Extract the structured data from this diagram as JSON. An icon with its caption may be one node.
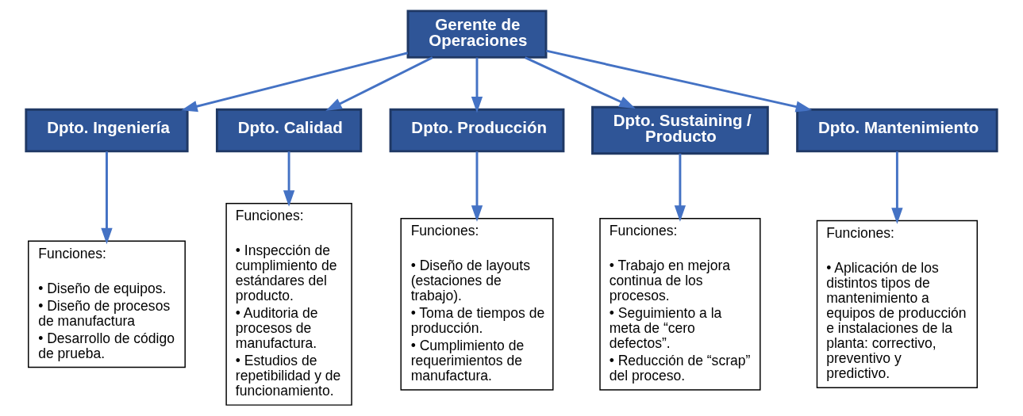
{
  "diagram": {
    "nodes": [
      {
        "text": [
          "Gerente de Operaciones"
        ]
      },
      {
        "text": [
          "Dpto. Ingeniería"
        ]
      },
      {
        "text": [
          "Dpto. Calidad"
        ]
      },
      {
        "text": [
          "Dpto. Producción"
        ]
      },
      {
        "text": [
          "Dpto. Sustaining / Producto"
        ]
      },
      {
        "text": [
          "Dpto. Mantenimiento"
        ]
      },
      {
        "text": [
          "Funciones:",
          "• Diseño de equipos.",
          "• Diseño de procesos de manufactura",
          "• Desarrollo de código de prueba."
        ]
      },
      {
        "text": [
          "Funciones:",
          "• Inspección de cumplimiento de estándares del producto.",
          "• Auditoria de procesos de manufactura.",
          "• Estudios de repetibilidad y de funcionamiento."
        ]
      },
      {
        "text": [
          "Funciones:",
          "• Diseño de layouts (estaciones de trabajo).",
          "• Toma de tiempos de producción.",
          "• Cumplimiento de requerimientos de manufactura."
        ]
      },
      {
        "text": [
          "Funciones:",
          "• Trabajo en mejora continua de los procesos.",
          "• Seguimiento a la meta de “cero defectos”.",
          "• Reducción de “scrap” del proceso."
        ]
      },
      {
        "text": [
          "Funciones:",
          "• Aplicación de los distintos tipos de mantenimiento a equipos de producción e instalaciones de la planta: correctivo, preventivo y predictivo."
        ]
      }
    ],
    "edges": [
      {
        "from": 0,
        "to": 1,
        "arrow": "to"
      },
      {
        "from": 0,
        "to": 2,
        "arrow": "to"
      },
      {
        "from": 0,
        "to": 3,
        "arrow": "to"
      },
      {
        "from": 0,
        "to": 4,
        "arrow": "to"
      },
      {
        "from": 0,
        "to": 5,
        "arrow": "to"
      },
      {
        "from": 1,
        "to": 6,
        "arrow": "to"
      },
      {
        "from": 2,
        "to": 7,
        "arrow": "to"
      },
      {
        "from": 3,
        "to": 8,
        "arrow": "to"
      },
      {
        "from": 4,
        "to": 9,
        "arrow": "to"
      },
      {
        "from": 5,
        "to": 10,
        "arrow": "to"
      }
    ]
  }
}
